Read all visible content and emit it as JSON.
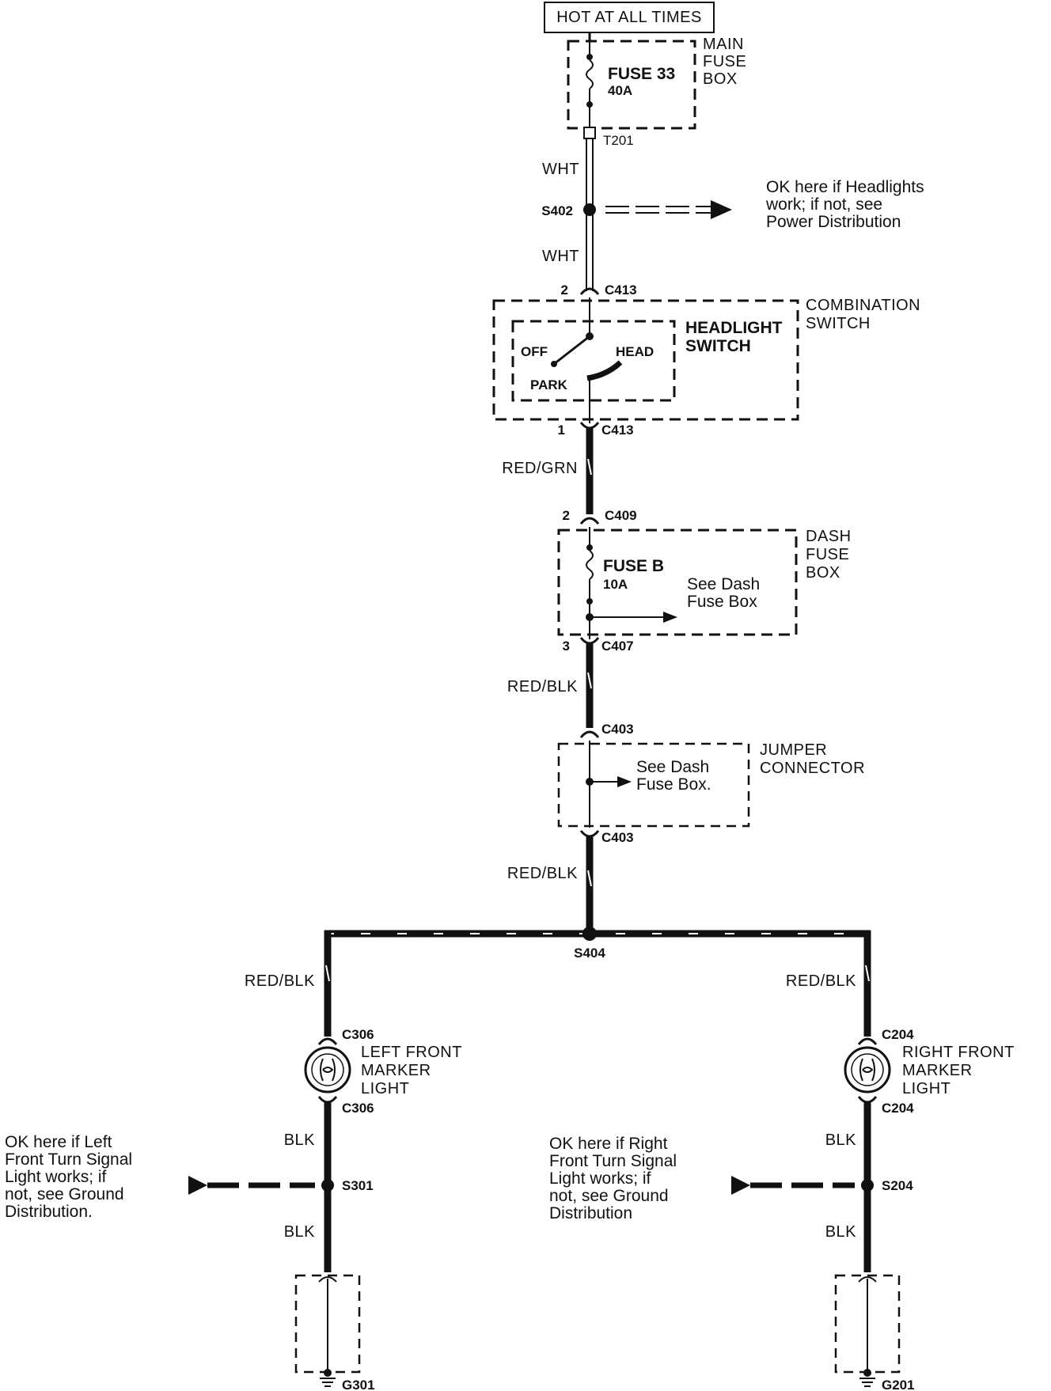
{
  "power_source": "HOT AT ALL TIMES",
  "main_fuse_box": {
    "label_lines": [
      "MAIN",
      "FUSE",
      "BOX"
    ],
    "fuse_name": "FUSE 33",
    "fuse_rating": "40A",
    "terminal": "T201"
  },
  "wires": {
    "wht_upper": "WHT",
    "wht_lower": "WHT",
    "red_grn": "RED/GRN",
    "red_blk_1": "RED/BLK",
    "red_blk_2": "RED/BLK",
    "red_blk_left": "RED/BLK",
    "red_blk_right": "RED/BLK",
    "blk_left_upper": "BLK",
    "blk_left_lower": "BLK",
    "blk_right_upper": "BLK",
    "blk_right_lower": "BLK"
  },
  "splice_s402": {
    "name": "S402",
    "note_lines": [
      "OK here if Headlights",
      "work; if not, see",
      "Power Distribution"
    ]
  },
  "combination_switch": {
    "label_lines": [
      "COMBINATION",
      "SWITCH"
    ],
    "connector_top": "C413",
    "pin_top": "2",
    "connector_bottom": "C413",
    "pin_bottom": "1",
    "headlight_switch_lines": [
      "HEADLIGHT",
      "SWITCH"
    ],
    "pos_off": "OFF",
    "pos_head": "HEAD",
    "pos_park": "PARK"
  },
  "dash_fuse_box": {
    "label_lines": [
      "DASH",
      "FUSE",
      "BOX"
    ],
    "connector_top": "C409",
    "pin_top": "2",
    "fuse_name": "FUSE B",
    "fuse_rating": "10A",
    "see_lines": [
      "See Dash",
      "Fuse Box"
    ],
    "connector_bottom": "C407",
    "pin_bottom": "3"
  },
  "jumper_connector": {
    "label_lines": [
      "JUMPER",
      "CONNECTOR"
    ],
    "connector_top": "C403",
    "see_lines": [
      "See Dash",
      "Fuse Box."
    ],
    "connector_bottom": "C403"
  },
  "splice_s404": "S404",
  "left_marker": {
    "label_lines": [
      "LEFT FRONT",
      "MARKER",
      "LIGHT"
    ],
    "connector_top": "C306",
    "connector_bottom": "C306",
    "splice": "S301",
    "ground": "G301",
    "note_lines": [
      "OK here if Left",
      "Front Turn Signal",
      "Light works; if",
      "not, see Ground",
      "Distribution."
    ]
  },
  "right_marker": {
    "label_lines": [
      "RIGHT FRONT",
      "MARKER",
      "LIGHT"
    ],
    "connector_top": "C204",
    "connector_bottom": "C204",
    "splice": "S204",
    "ground": "G201",
    "note_lines": [
      "OK here if Right",
      "Front Turn Signal",
      "Light works; if",
      "not, see Ground",
      "Distribution"
    ]
  }
}
